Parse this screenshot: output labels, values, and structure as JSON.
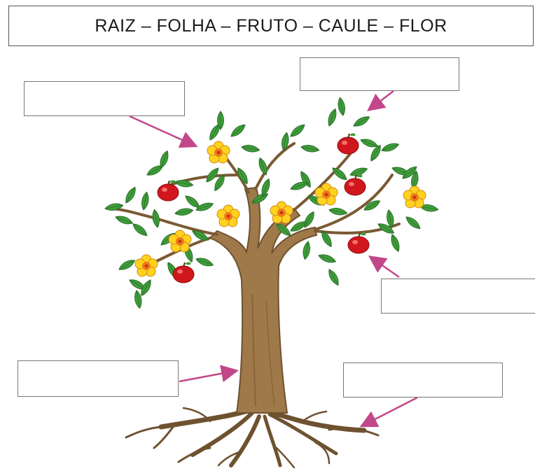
{
  "word_bank": {
    "text": "RAIZ – FOLHA – FRUTO – CAULE – FLOR"
  },
  "answer_boxes": [
    {
      "id": "box-flor",
      "value": ""
    },
    {
      "id": "box-fruto",
      "value": ""
    },
    {
      "id": "box-folha",
      "value": ""
    },
    {
      "id": "box-caule",
      "value": ""
    },
    {
      "id": "box-raiz",
      "value": ""
    }
  ],
  "colors": {
    "arrow": "#c2478a",
    "trunk": "#a0794a",
    "trunk_dark": "#6e5230",
    "leaf": "#3f9e3a",
    "leaf_dark": "#2a6e29",
    "leaf_light": "#8ccc5a",
    "fruit": "#d1171d",
    "flower_petal": "#ffd21f",
    "flower_center": "#f07a1a"
  }
}
